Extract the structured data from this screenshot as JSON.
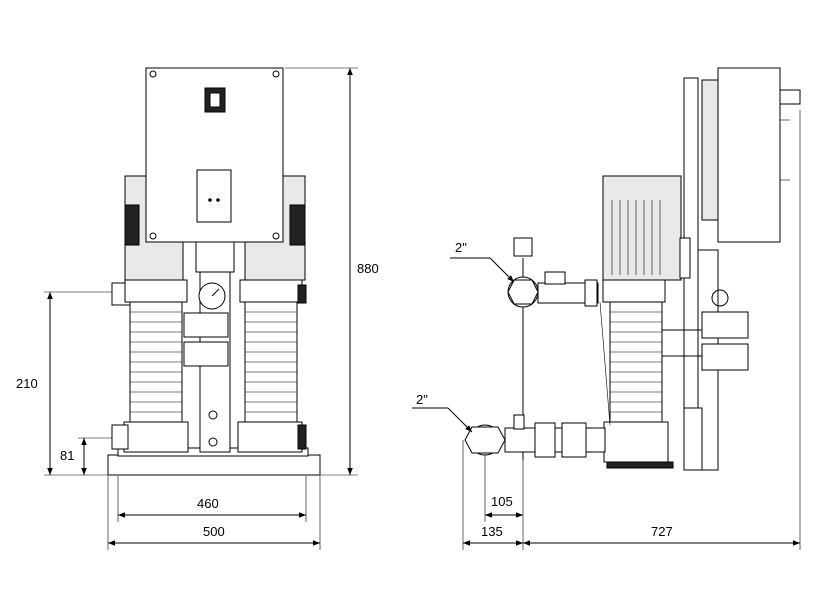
{
  "dimensions": {
    "total_height": "880",
    "inlet_height": "210",
    "outlet_height": "81",
    "inner_width": "460",
    "outer_width": "500",
    "pipe_offset": "105",
    "manifold_depth": "135",
    "unit_depth": "727"
  },
  "connections": {
    "upper_size": "2\"",
    "lower_size": "2\""
  }
}
